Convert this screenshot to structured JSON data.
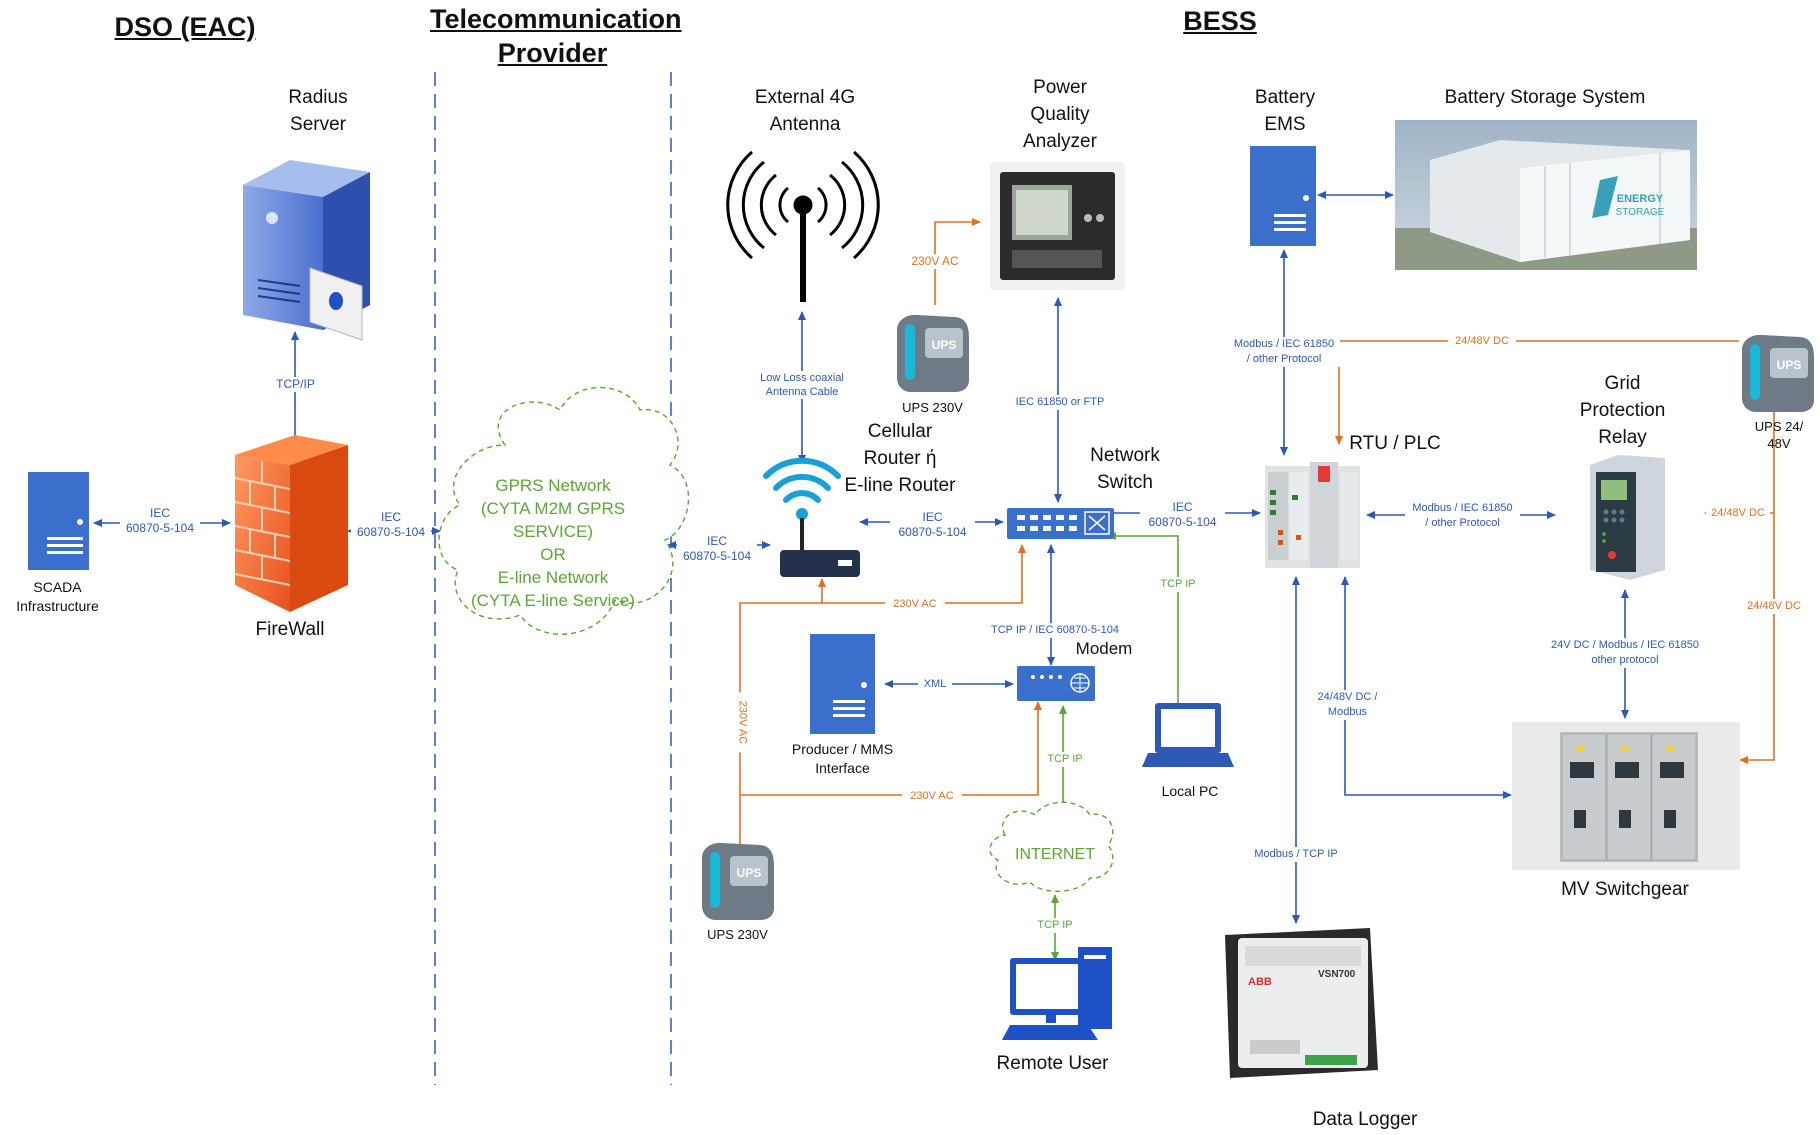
{
  "headers": {
    "dso": "DSO (EAC)",
    "telecom_line1": "Telecommunication",
    "telecom_line2": "Provider",
    "bess": "BESS"
  },
  "devices": {
    "radius_server": [
      "Radius",
      "Server"
    ],
    "scada": [
      "SCADA",
      "Infrastructure"
    ],
    "firewall": "FireWall",
    "gprs_cloud": [
      "GPRS Network",
      "(CYTA M2M GPRS SERVICE)",
      "OR",
      "E-line Network",
      "(CYTA E-line Service)"
    ],
    "antenna": [
      "External 4G",
      "Antenna"
    ],
    "router": [
      "Cellular",
      "Router ή",
      "E-line Router"
    ],
    "pqa": [
      "Power",
      "Quality",
      "Analyzer"
    ],
    "ups_top": "UPS 230V",
    "network_switch": [
      "Network",
      "Switch"
    ],
    "battery_ems": [
      "Battery",
      "EMS"
    ],
    "battery_storage": "Battery Storage System",
    "rtu": "RTU / PLC",
    "grid_relay": [
      "Grid",
      "Protection",
      "Relay"
    ],
    "ups_right": [
      "UPS 24/",
      "48V"
    ],
    "producer": [
      "Producer / MMS",
      "Interface"
    ],
    "modem": "Modem",
    "local_pc": "Local PC",
    "internet": "INTERNET",
    "remote_user": "Remote User",
    "ups_bottom": "UPS 230V",
    "mv_switchgear": "MV Switchgear",
    "data_logger": "Data Logger"
  },
  "connection_labels": {
    "radius_fw": "TCP/IP",
    "scada_fw": [
      "IEC",
      "60870-5-104"
    ],
    "fw_cloud": [
      "IEC",
      "60870-5-104"
    ],
    "cloud_router": [
      "IEC",
      "60870-5-104"
    ],
    "router_switch": [
      "IEC",
      "60870-5-104"
    ],
    "switch_rtu": [
      "IEC",
      "60870-5-104"
    ],
    "antenna_cable": [
      "Low Loss coaxial",
      "Antenna Cable"
    ],
    "ups_pqa": "230V AC",
    "pqa_switch": "IEC 61850 or FTP",
    "ems_rtu": [
      "Modbus / IEC 61850",
      "/ other Protocol"
    ],
    "ups_rtu_dc": "24/48V DC",
    "rtu_relay": [
      "Modbus / IEC 61850",
      "/ other Protocol"
    ],
    "ups_relay_dc": "24/48V DC",
    "ups_switchgear_dc": "24/48V DC",
    "relay_switchgear": [
      "24V DC / Modbus / IEC 61850",
      "other protocol"
    ],
    "rtu_switchgear": [
      "24/48V DC /",
      "Modbus"
    ],
    "router_ac": "230V AC",
    "vertical_ac": "230V AC",
    "modem_ac": "230V AC",
    "switch_modem": "TCP IP / IEC 60870-5-104",
    "producer_modem": "XML",
    "localpc_switch": "TCP IP",
    "modem_internet": "TCP IP",
    "internet_remote": "TCP IP",
    "rtu_logger": "Modbus / TCP IP"
  },
  "brand": {
    "energy_storage_sign": [
      "ENERGY",
      "STORAGE"
    ],
    "logger_brand": "ABB",
    "logger_model": "VSN700",
    "ups_sticker": "UPS"
  },
  "colors": {
    "data_link": "#2d58b6",
    "power_ac_dc": "#e07020",
    "internet_link": "#5aa832",
    "device_blue": "#3b6fcc"
  }
}
